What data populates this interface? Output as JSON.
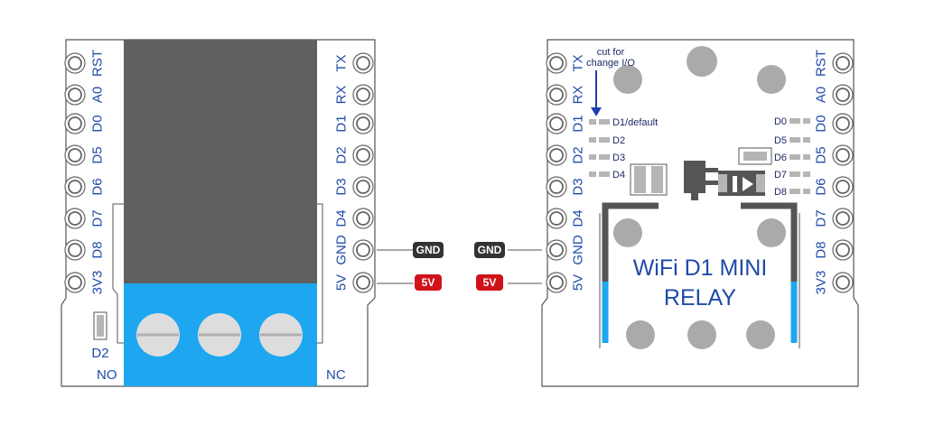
{
  "left_board": {
    "left_pins": [
      "RST",
      "A0",
      "D0",
      "D5",
      "D6",
      "D7",
      "D8",
      "3V3"
    ],
    "right_pins": [
      "TX",
      "RX",
      "D1",
      "D2",
      "D3",
      "D4",
      "GND",
      "5V"
    ],
    "jumper_label": "D2",
    "terminal_left_label": "NO",
    "terminal_right_label": "NC"
  },
  "connections": {
    "gnd_label": "GND",
    "v5_label": "5V"
  },
  "right_board": {
    "left_pins": [
      "TX",
      "RX",
      "D1",
      "D2",
      "D3",
      "D4",
      "GND",
      "5V"
    ],
    "right_pins": [
      "RST",
      "A0",
      "D0",
      "D5",
      "D6",
      "D7",
      "D8",
      "3V3"
    ],
    "cut_note_line1": "cut for",
    "cut_note_line2": "change I/O",
    "jumpers_left": [
      "D1/default",
      "D2",
      "D3",
      "D4"
    ],
    "jumpers_right": [
      "D0",
      "D5",
      "D6",
      "D7",
      "D8"
    ],
    "title_line1": "WiFi D1 MINI",
    "title_line2": "RELAY"
  },
  "colors": {
    "pin_text": "#1f4aa8",
    "relay_body": "#606060",
    "terminal_block": "#1ea7f0",
    "gnd_tag": "#333333",
    "v5_tag": "#d0121b"
  }
}
